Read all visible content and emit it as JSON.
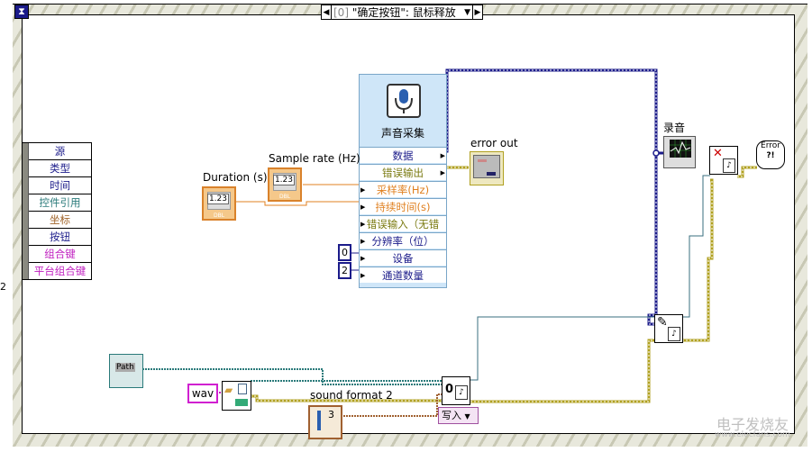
{
  "case_structure": {
    "selector_index": "[0]",
    "selector_label": "\"确定按钮\": 鼠标释放",
    "left_arrow": "◀",
    "right_arrow": "▶",
    "dropdown": "▼"
  },
  "event_data_node": {
    "items": [
      {
        "label": "源",
        "color": "#1b1b8a"
      },
      {
        "label": "类型",
        "color": "#1b1b8a"
      },
      {
        "label": "时间",
        "color": "#1b1b8a"
      },
      {
        "label": "控件引用",
        "color": "#2a7a7a"
      },
      {
        "label": "坐标",
        "color": "#a0642a"
      },
      {
        "label": "按钮",
        "color": "#1b1b8a"
      },
      {
        "label": "组合键",
        "color": "#c020c0"
      },
      {
        "label": "平台组合键",
        "color": "#c020c0"
      }
    ]
  },
  "left_edge_text": "2",
  "sound_vi": {
    "title": "声音采集",
    "terminals": [
      {
        "label": "数据",
        "color": "#1b1b8a",
        "side": "out"
      },
      {
        "label": "错误输出",
        "color": "#7a7a10",
        "side": "out"
      },
      {
        "label": "采样率(Hz)",
        "color": "#e08020",
        "side": "in"
      },
      {
        "label": "持续时间(s)",
        "color": "#e08020",
        "side": "in"
      },
      {
        "label": "错误输入（无错",
        "color": "#7a7a10",
        "side": "in"
      },
      {
        "label": "分辨率（位）",
        "color": "#1b1b8a",
        "side": "in"
      },
      {
        "label": "设备",
        "color": "#1b1b8a",
        "side": "in"
      },
      {
        "label": "通道数量",
        "color": "#1b1b8a",
        "side": "in"
      }
    ]
  },
  "controls": {
    "duration_label": "Duration (s)",
    "sample_rate_label": "Sample rate (Hz)",
    "numeric_glyph": "1.23",
    "type_tag": "DBL"
  },
  "constants": {
    "device": "0",
    "channels": "2",
    "extension": "wav",
    "open_mode_index": "0"
  },
  "indicators": {
    "error_out_label": "error out",
    "recording_label": "录音",
    "error_dialog_text": "Error",
    "error_dialog_sub": "?!"
  },
  "path_control": {
    "label": "Path"
  },
  "sound_format": {
    "label": "sound format 2",
    "value": "3"
  },
  "write_mode": {
    "value": "写入",
    "dropdown": "▼"
  },
  "watermark": {
    "text": "电子发烧友",
    "url": "www.elecfans.com"
  },
  "colors": {
    "wire_error": "#b0a020",
    "wire_data": "#1b1b8a",
    "wire_numeric": "#e08020",
    "wire_path": "#2a7a7a",
    "wire_refnum": "#3a6f7f",
    "wire_enum": "#a06030"
  }
}
